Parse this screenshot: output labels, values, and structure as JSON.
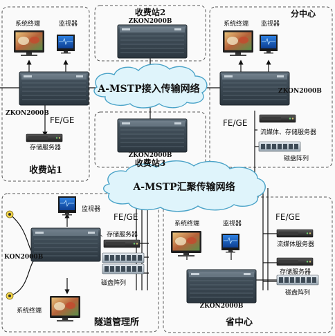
{
  "labels": {
    "station1_title": "收费站1",
    "station2_title": "收费站2",
    "station3_title": "收费站3",
    "branch_title": "分中心",
    "tunnel_title": "隧道管理所",
    "province_title": "省中心",
    "terminal": "系统终端",
    "monitor": "监视器",
    "fege": "FE/GE",
    "storage_server": "存储服务器",
    "media_storage_server": "流媒体、存储服务器",
    "media_storage_server2": "流媒体、存储服务器",
    "disk_array": "磁盘阵列",
    "media_server": "流媒体服务器",
    "device_model": "ZKON2000B",
    "device_model_partial": "KON2000B",
    "cloud_access": "A-MSTP接入传输网络",
    "cloud_aggregation": "A-MSTP汇聚传输网络"
  },
  "colors": {
    "cloud_fill": "#dff4fb",
    "cloud_stroke": "#4aa3c8",
    "device_body": "#3c4a55",
    "dashed_border": "#555555",
    "line": "#111111",
    "screen_blue": "#1e63c9"
  },
  "icons": [
    "terminal-icon",
    "monitor-icon",
    "zkon-device-icon",
    "server-icon",
    "disk-array-icon",
    "camera-icon"
  ]
}
